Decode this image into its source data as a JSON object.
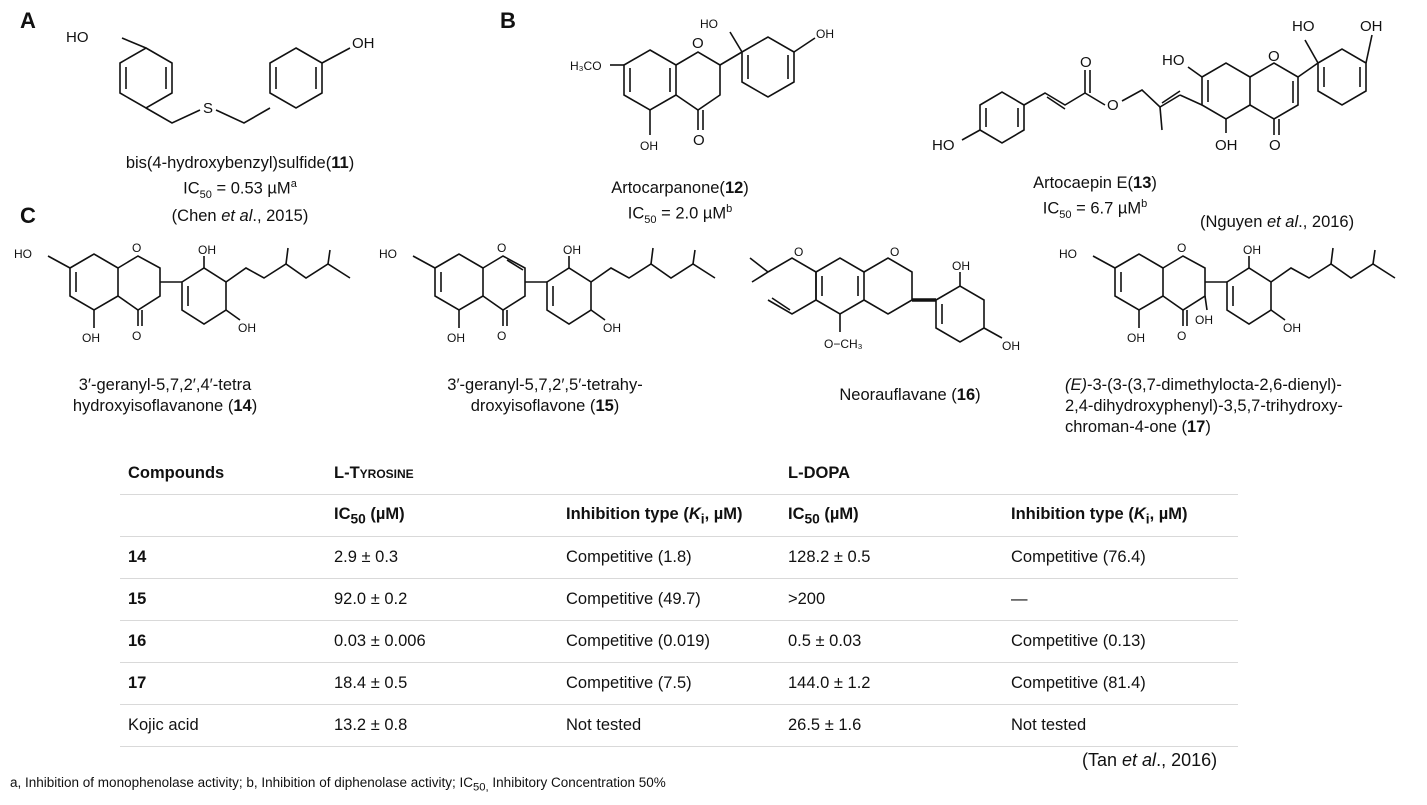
{
  "panels": {
    "a": "A",
    "b": "B",
    "c": "C"
  },
  "compound11": {
    "name": "bis(4-hydroxybenzyl)sulfide(",
    "num": "11",
    "close": ")",
    "ic_prefix": "IC",
    "ic_sub": "50",
    "ic_value": " =  0.53 µM",
    "ic_sup": "a",
    "ref_a": "(Chen ",
    "ref_etal": "et al",
    "ref_b": "., 2015)"
  },
  "compound12": {
    "name": "Artocarpanone(",
    "num": "12",
    "close": ")",
    "ic_prefix": "IC",
    "ic_sub": "50",
    "ic_value": " =  2.0 µM",
    "ic_sup": "b"
  },
  "compound13": {
    "name": "Artocaepin E(",
    "num": "13",
    "close": ")",
    "ic_prefix": "IC",
    "ic_sub": "50",
    "ic_value": " =  6.7 µM",
    "ic_sup": "b"
  },
  "ref_nguyen": {
    "a": "(Nguyen ",
    "etal": "et al",
    "b": "., 2016)"
  },
  "compound14": {
    "line1": "3′-geranyl-5,7,2′,4′-tetra",
    "line2": "hydroxyisoflavanone (",
    "num": "14",
    "close": ")"
  },
  "compound15": {
    "line1": "3′-geranyl-5,7,2′,5′-tetrahy-",
    "line2": "droxyisoflavone (",
    "num": "15",
    "close": ")"
  },
  "compound16": {
    "name": "Neorauflavane (",
    "num": "16",
    "close": ")"
  },
  "compound17": {
    "line1_italic": "(E)",
    "line1": "-3-(3-(3,7-dimethylocta-2,6-dienyl)-",
    "line2": "2,4-dihydroxyphenyl)-3,5,7-trihydroxy-",
    "line3": "chroman-4-one (",
    "num": "17",
    "close": ")"
  },
  "atoms": {
    "ho": "HO",
    "oh": "OH",
    "s": "S",
    "o": "O",
    "h3co": "H₃CO",
    "och3": "O−CH₃"
  },
  "table": {
    "col_compounds": "Compounds",
    "tyrosine": "L-Tyrosine",
    "dopa": "L-DOPA",
    "ic50_a": "IC",
    "ic50_sub": "50",
    "ic50_b": " (µM)",
    "inh_a": "Inhibition type (",
    "inh_k": "K",
    "inh_ksub": "i",
    "inh_b": ", µM)",
    "rows": [
      {
        "compound": "14",
        "t_ic50": "2.9 ± 0.3",
        "t_type": "Competitive (1.8)",
        "d_ic50": "128.2 ± 0.5",
        "d_type": "Competitive (76.4)"
      },
      {
        "compound": "15",
        "t_ic50": "92.0 ± 0.2",
        "t_type": "Competitive (49.7)",
        "d_ic50": ">200",
        "d_type": "—"
      },
      {
        "compound": "16",
        "t_ic50": "0.03 ± 0.006",
        "t_type": "Competitive (0.019)",
        "d_ic50": "0.5 ± 0.03",
        "d_type": "Competitive (0.13)"
      },
      {
        "compound": "17",
        "t_ic50": "18.4 ± 0.5",
        "t_type": "Competitive (7.5)",
        "d_ic50": "144.0 ± 1.2",
        "d_type": "Competitive (81.4)"
      },
      {
        "compound": "Kojic acid",
        "t_ic50": "13.2 ± 0.8",
        "t_type": "Not tested",
        "d_ic50": "26.5 ± 1.6",
        "d_type": "Not tested"
      }
    ]
  },
  "ref_tan": {
    "a": "(Tan ",
    "etal": "et al",
    "b": "., 2016)"
  },
  "footnote": {
    "a": "a,  Inhibition of monophenolase activity;   b,  Inhibition of diphenolase activity;    IC",
    "sub": "50,",
    "b": " Inhibitory Concentration 50%"
  }
}
